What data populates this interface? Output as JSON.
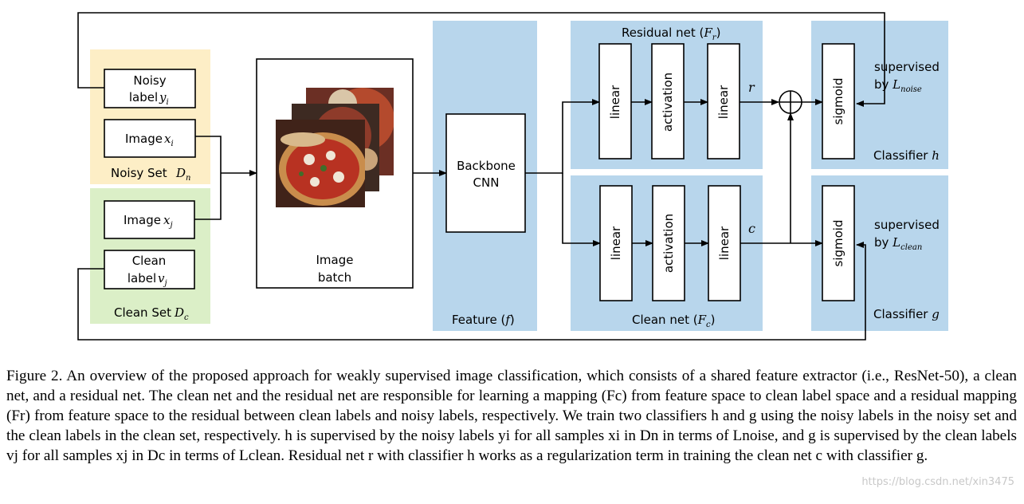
{
  "colors": {
    "noisy_set_bg": "#fdeec6",
    "clean_set_bg": "#dbefc7",
    "panel_blue": "#b8d6ec",
    "stroke": "#000000"
  },
  "noisy_set": {
    "noisy_label_line1": "Noisy",
    "noisy_label_line2": "label",
    "noisy_label_var": "yi",
    "image_label": "Image",
    "image_var": "xi",
    "set_label": "Noisy Set",
    "set_var": "Dn"
  },
  "clean_set": {
    "image_label": "Image",
    "image_var": "xj",
    "clean_label_line1": "Clean",
    "clean_label_line2": "label",
    "clean_label_var": "vj",
    "set_label": "Clean Set",
    "set_var": "Dc"
  },
  "image_batch": {
    "label_line1": "Image",
    "label_line2": "batch",
    "photo_icon": "pizza-photo-icon"
  },
  "feature_panel": {
    "backbone_line1": "Backbone",
    "backbone_line2": "CNN",
    "label": "Feature (f)"
  },
  "residual_net": {
    "title": "Residual net (Fr)",
    "blocks": [
      "linear",
      "activation",
      "linear"
    ],
    "output_var": "r"
  },
  "clean_net": {
    "title": "Clean net (Fc)",
    "blocks": [
      "linear",
      "activation",
      "linear"
    ],
    "output_var": "c"
  },
  "combine_icon": "oplus-icon",
  "classifier_h": {
    "block": "sigmoid",
    "supervised_line1": "supervised",
    "supervised_line2": "by L",
    "loss_sub": "noise",
    "label": "Classifier h"
  },
  "classifier_g": {
    "block": "sigmoid",
    "supervised_line1": "supervised",
    "supervised_line2": "by L",
    "loss_sub": "clean",
    "label": "Classifier g"
  },
  "caption": {
    "text": "Figure 2. An overview of the proposed approach for weakly supervised image classification, which consists of a shared feature extractor (i.e., ResNet-50), a clean net, and a residual net. The clean net and the residual net are responsible for learning a mapping (Fc) from feature space to clean label space and a residual mapping (Fr) from feature space to the residual between clean labels and noisy labels, respectively. We train two classifiers h and g using the noisy labels in the noisy set and the clean labels in the clean set, respectively. h is supervised by the noisy labels yi for all samples xi in Dn in terms of Lnoise, and g is supervised by the clean labels vj for all samples xj in Dc in terms of Lclean. Residual net r with classifier h works as a regularization term in training the clean net c with classifier g."
  },
  "watermark": "https://blog.csdn.net/xin3475"
}
